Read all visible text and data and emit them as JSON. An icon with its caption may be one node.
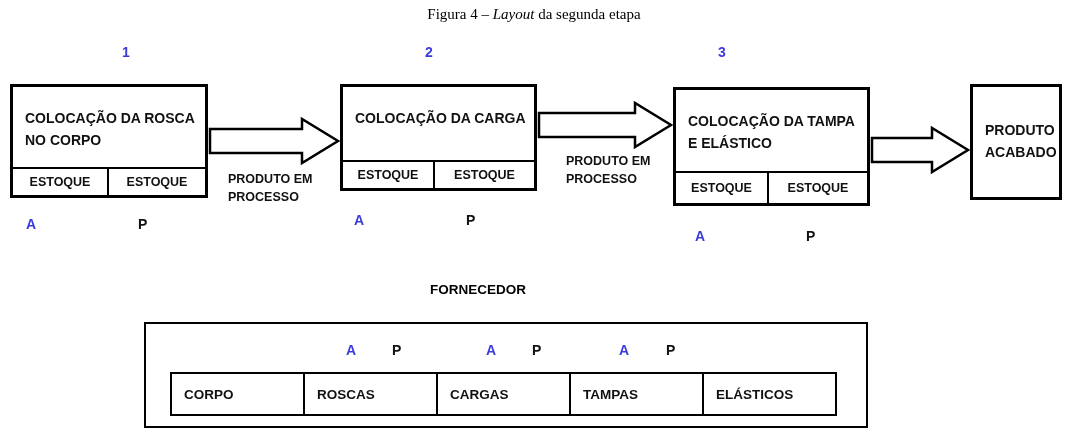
{
  "diagram": {
    "title": "Figura 4 – *Layout* da segunda etapa",
    "nodes": [
      {
        "text": [
          "COLOCAÇÃO DA ROSCA NO CORPO"
        ],
        "beside": [
          "1"
        ]
      },
      {
        "text": [
          "ESTOQUE"
        ],
        "in": 0,
        "beside": [
          "A"
        ]
      },
      {
        "text": [
          "ESTOQUE"
        ],
        "in": 0,
        "beside": [
          "P"
        ]
      },
      {
        "text": [
          "COLOCAÇÃO DA CARGA"
        ],
        "beside": [
          "2"
        ]
      },
      {
        "text": [
          "ESTOQUE"
        ],
        "in": 3,
        "beside": [
          "A"
        ]
      },
      {
        "text": [
          "ESTOQUE"
        ],
        "in": 3,
        "beside": [
          "P"
        ]
      },
      {
        "text": [
          "COLOCAÇÃO DA TAMPA E ELÁSTICO"
        ],
        "beside": [
          "3"
        ]
      },
      {
        "text": [
          "ESTOQUE"
        ],
        "in": 6,
        "beside": [
          "A"
        ]
      },
      {
        "text": [
          "ESTOQUE"
        ],
        "in": 6,
        "beside": [
          "P"
        ]
      },
      {
        "text": [
          "PRODUTO ACABADO"
        ]
      },
      {
        "text": [
          "FORNECEDOR"
        ]
      },
      {
        "text": [
          "CORPO"
        ],
        "in": 10
      },
      {
        "text": [
          "ROSCAS"
        ],
        "in": 10,
        "beside": [
          "A",
          "P"
        ]
      },
      {
        "text": [
          "CARGAS"
        ],
        "in": 10,
        "beside": [
          "A",
          "P"
        ]
      },
      {
        "text": [
          "TAMPAS"
        ],
        "in": 10,
        "beside": [
          "A",
          "P"
        ]
      },
      {
        "text": [
          "ELÁSTICOS"
        ],
        "in": 10
      }
    ],
    "edges": [
      {
        "from": 0,
        "to": 3,
        "arrow": "to",
        "label": "PRODUTO EM PROCESSO"
      },
      {
        "from": 3,
        "to": 6,
        "arrow": "to",
        "label": "PRODUTO EM PROCESSO"
      },
      {
        "from": 6,
        "to": 9,
        "arrow": "to"
      }
    ]
  }
}
